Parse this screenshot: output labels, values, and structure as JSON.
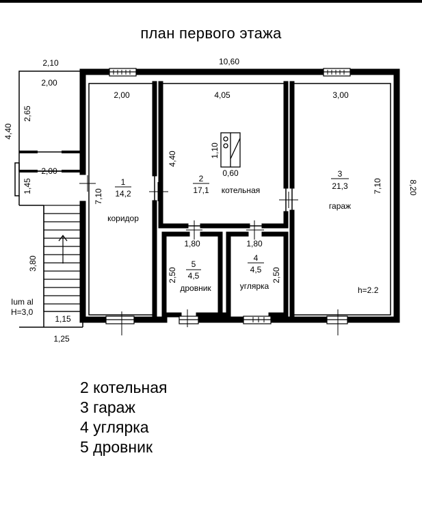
{
  "title": "план первого этажа",
  "dimensions": {
    "overall_width": "10,60",
    "overall_height": "8,20",
    "porch_width": "2,10",
    "porch_height": "4,40",
    "vestibule_width": "2,00",
    "vestibule_height": "2,65",
    "entry_width": "2,00",
    "entry_height": "1,45",
    "stair_height": "3,80",
    "stair_width_1": "1,15",
    "stair_width_2": "1,25",
    "corridor_width": "2,00",
    "corridor_length": "7,10",
    "boiler_width": "4,05",
    "boiler_depth": "4,40",
    "boiler_unit_w": "1,10",
    "boiler_unit_d": "0,60",
    "garage_width": "3,00",
    "garage_length": "7,10",
    "woodshed_width": "1,80",
    "woodshed_depth": "2,50",
    "coalshed_width": "1,80",
    "coalshed_depth": "2,50",
    "stair_material": "Ium al",
    "stair_height_note": "H=3,0",
    "garage_ceiling": "h=2.2"
  },
  "rooms": {
    "corridor": {
      "number": "1",
      "area": "14,2",
      "name": "коридор"
    },
    "boiler": {
      "number": "2",
      "area": "17,1",
      "name": "котельная"
    },
    "garage": {
      "number": "3",
      "area": "21,3",
      "name": "гараж"
    },
    "coalshed": {
      "number": "4",
      "area": "4,5",
      "name": "углярка"
    },
    "woodshed": {
      "number": "5",
      "area": "4,5",
      "name": "дровник"
    }
  },
  "legend": [
    "2 котельная",
    "3 гараж",
    "4 углярка",
    "5 дровник"
  ]
}
